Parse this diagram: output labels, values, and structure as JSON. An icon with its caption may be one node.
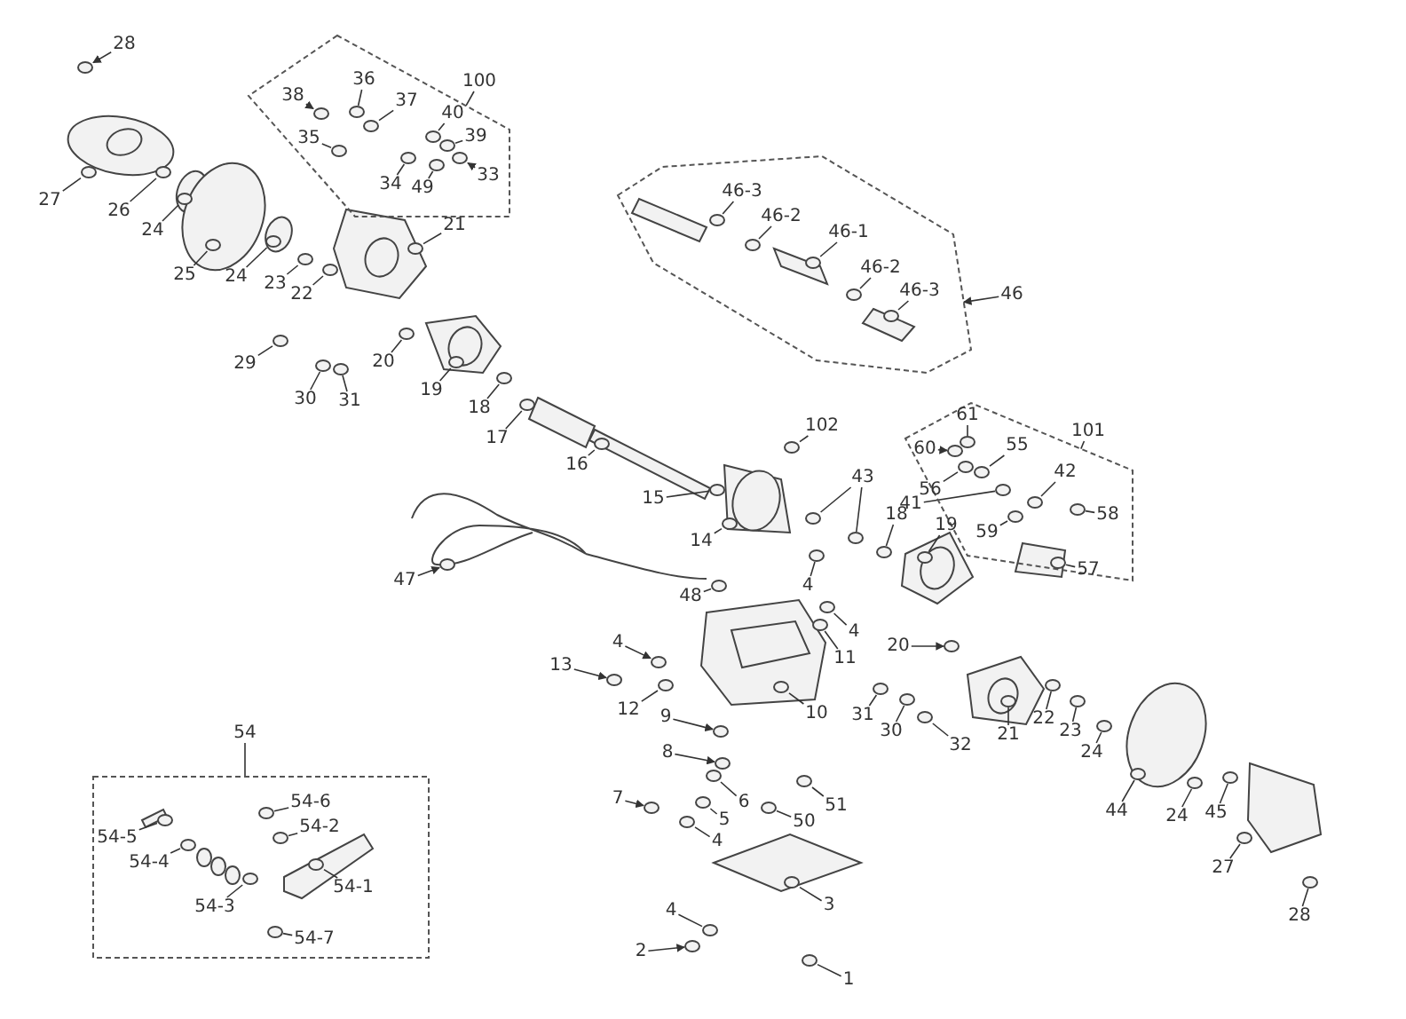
{
  "diagram": {
    "nodes": [
      {
        "text": [
          "28"
        ]
      },
      {
        "text": [],
        "shape": "polygon"
      },
      {
        "text": [
          "100"
        ]
      },
      {
        "text": [
          "36"
        ],
        "in": 1
      },
      {
        "text": [
          "38"
        ],
        "in": 1
      },
      {
        "text": [
          "37"
        ],
        "in": 1
      },
      {
        "text": [
          "35"
        ],
        "in": 1
      },
      {
        "text": [
          "40"
        ],
        "in": 1
      },
      {
        "text": [
          "39"
        ],
        "in": 1
      },
      {
        "text": [
          "34"
        ],
        "in": 1
      },
      {
        "text": [
          "49"
        ],
        "in": 1
      },
      {
        "text": [
          "33"
        ],
        "in": 1
      },
      {
        "text": [
          "27"
        ]
      },
      {
        "text": [
          "26"
        ]
      },
      {
        "text": [
          "24"
        ]
      },
      {
        "text": [
          "25"
        ]
      },
      {
        "text": [
          "24"
        ]
      },
      {
        "text": [
          "23"
        ]
      },
      {
        "text": [
          "22"
        ]
      },
      {
        "text": [
          "21"
        ]
      },
      {
        "text": [
          "29"
        ]
      },
      {
        "text": [
          "30"
        ]
      },
      {
        "text": [
          "31"
        ]
      },
      {
        "text": [
          "20"
        ]
      },
      {
        "text": [
          "19"
        ]
      },
      {
        "text": [
          "18"
        ]
      },
      {
        "text": [
          "17"
        ]
      },
      {
        "text": [],
        "shape": "polygon"
      },
      {
        "text": [
          "46"
        ]
      },
      {
        "text": [
          "46-3"
        ],
        "in": 27
      },
      {
        "text": [
          "46-2"
        ],
        "in": 27
      },
      {
        "text": [
          "46-1"
        ],
        "in": 27
      },
      {
        "text": [
          "46-2"
        ],
        "in": 27
      },
      {
        "text": [
          "46-3"
        ],
        "in": 27
      },
      {
        "text": [
          "102"
        ]
      },
      {
        "text": [
          "16"
        ]
      },
      {
        "text": [
          "15"
        ]
      },
      {
        "text": [
          "14"
        ]
      },
      {
        "text": [
          "43"
        ]
      },
      {
        "text": [
          "4"
        ]
      },
      {
        "text": [
          "18"
        ]
      },
      {
        "text": [
          "19"
        ]
      },
      {
        "text": [],
        "shape": "polygon"
      },
      {
        "text": [
          "101"
        ]
      },
      {
        "text": [
          "61"
        ],
        "in": 42
      },
      {
        "text": [
          "60"
        ],
        "in": 42
      },
      {
        "text": [
          "55"
        ],
        "in": 42
      },
      {
        "text": [
          "56"
        ],
        "in": 42
      },
      {
        "text": [
          "41"
        ],
        "in": 42
      },
      {
        "text": [
          "42"
        ],
        "in": 42
      },
      {
        "text": [
          "58"
        ],
        "in": 42
      },
      {
        "text": [
          "59"
        ],
        "in": 42
      },
      {
        "text": [
          "57"
        ],
        "in": 42
      },
      {
        "text": [
          "47"
        ]
      },
      {
        "text": [
          "48"
        ]
      },
      {
        "text": [
          "4"
        ]
      },
      {
        "text": [
          "11"
        ]
      },
      {
        "text": [
          "20"
        ]
      },
      {
        "text": [
          "4"
        ]
      },
      {
        "text": [
          "13"
        ]
      },
      {
        "text": [
          "12"
        ]
      },
      {
        "text": [
          "10"
        ]
      },
      {
        "text": [
          "31"
        ]
      },
      {
        "text": [
          "30"
        ]
      },
      {
        "text": [
          "32"
        ]
      },
      {
        "text": [
          "9"
        ]
      },
      {
        "text": [
          "8"
        ]
      },
      {
        "text": [
          "6"
        ]
      },
      {
        "text": [
          "51"
        ]
      },
      {
        "text": [
          "7"
        ]
      },
      {
        "text": [
          "5"
        ]
      },
      {
        "text": [
          "50"
        ]
      },
      {
        "text": [
          "4"
        ]
      },
      {
        "text": [
          "3"
        ]
      },
      {
        "text": [
          "4"
        ]
      },
      {
        "text": [
          "2"
        ]
      },
      {
        "text": [
          "1"
        ]
      },
      {
        "text": [
          "22"
        ]
      },
      {
        "text": [
          "21"
        ]
      },
      {
        "text": [
          "23"
        ]
      },
      {
        "text": [
          "24"
        ]
      },
      {
        "text": [
          "44"
        ]
      },
      {
        "text": [
          "24"
        ]
      },
      {
        "text": [
          "45"
        ]
      },
      {
        "text": [
          "27"
        ]
      },
      {
        "text": [
          "28"
        ]
      },
      {
        "text": [],
        "shape": "box"
      },
      {
        "text": [
          "54"
        ]
      },
      {
        "text": [
          "54-6"
        ],
        "in": 86
      },
      {
        "text": [
          "54-2"
        ],
        "in": 86
      },
      {
        "text": [
          "54-5"
        ],
        "in": 86
      },
      {
        "text": [
          "54-4"
        ],
        "in": 86
      },
      {
        "text": [
          "54-1"
        ],
        "in": 86
      },
      {
        "text": [
          "54-3"
        ],
        "in": 86
      },
      {
        "text": [
          "54-7"
        ],
        "in": 86
      },
      {
        "text": [],
        "shape": "circle"
      },
      {
        "text": [],
        "shape": "circle",
        "in": 1
      },
      {
        "text": [],
        "shape": "circle",
        "in": 1
      },
      {
        "text": [],
        "shape": "circle",
        "in": 1
      },
      {
        "text": [],
        "shape": "circle",
        "in": 1
      },
      {
        "text": [],
        "shape": "circle",
        "in": 1
      },
      {
        "text": [],
        "shape": "circle",
        "in": 1
      },
      {
        "text": [],
        "shape": "circle",
        "in": 1
      },
      {
        "text": [],
        "shape": "circle",
        "in": 1
      },
      {
        "text": [],
        "shape": "circle",
        "in": 1
      },
      {
        "text": [],
        "shape": "circle"
      },
      {
        "text": [],
        "shape": "circle"
      },
      {
        "text": [],
        "shape": "circle"
      },
      {
        "text": [],
        "shape": "circle"
      },
      {
        "text": [],
        "shape": "circle"
      },
      {
        "text": [],
        "shape": "circle"
      },
      {
        "text": [],
        "shape": "circle"
      },
      {
        "text": [],
        "shape": "circle"
      },
      {
        "text": [],
        "shape": "circle"
      },
      {
        "text": [],
        "shape": "circle"
      },
      {
        "text": [],
        "shape": "circle"
      },
      {
        "text": [],
        "shape": "circle"
      },
      {
        "text": [],
        "shape": "circle"
      },
      {
        "text": [],
        "shape": "circle"
      },
      {
        "text": [],
        "shape": "circle"
      },
      {
        "text": [],
        "shape": "circle",
        "in": 27
      },
      {
        "text": [],
        "shape": "circle",
        "in": 27
      },
      {
        "text": [],
        "shape": "circle",
        "in": 27
      },
      {
        "text": [],
        "shape": "circle",
        "in": 27
      },
      {
        "text": [],
        "shape": "circle",
        "in": 27
      },
      {
        "text": [],
        "shape": "circle"
      },
      {
        "text": [],
        "shape": "circle"
      },
      {
        "text": [],
        "shape": "circle"
      },
      {
        "text": [],
        "shape": "circle"
      },
      {
        "text": [],
        "shape": "circle"
      },
      {
        "text": [],
        "shape": "circle"
      },
      {
        "text": [],
        "shape": "circle"
      },
      {
        "text": [],
        "shape": "circle"
      },
      {
        "text": [],
        "shape": "circle"
      },
      {
        "text": [],
        "shape": "circle",
        "in": 42
      },
      {
        "text": [],
        "shape": "circle",
        "in": 42
      },
      {
        "text": [],
        "shape": "circle",
        "in": 42
      },
      {
        "text": [],
        "shape": "circle",
        "in": 42
      },
      {
        "text": [],
        "shape": "circle",
        "in": 42
      },
      {
        "text": [],
        "shape": "circle",
        "in": 42
      },
      {
        "text": [],
        "shape": "circle",
        "in": 42
      },
      {
        "text": [],
        "shape": "circle",
        "in": 42
      },
      {
        "text": [],
        "shape": "circle",
        "in": 42
      },
      {
        "text": [],
        "shape": "circle"
      },
      {
        "text": [],
        "shape": "circle"
      },
      {
        "text": [],
        "shape": "circle"
      },
      {
        "text": [],
        "shape": "circle"
      },
      {
        "text": [],
        "shape": "circle"
      },
      {
        "text": [],
        "shape": "circle"
      },
      {
        "text": [],
        "shape": "circle"
      },
      {
        "text": [],
        "shape": "circle"
      },
      {
        "text": [],
        "shape": "circle"
      },
      {
        "text": [],
        "shape": "circle"
      },
      {
        "text": [],
        "shape": "circle"
      },
      {
        "text": [],
        "shape": "circle"
      },
      {
        "text": [],
        "shape": "circle"
      },
      {
        "text": [],
        "shape": "circle"
      },
      {
        "text": [],
        "shape": "circle"
      },
      {
        "text": [],
        "shape": "circle"
      },
      {
        "text": [],
        "shape": "circle"
      },
      {
        "text": [],
        "shape": "circle"
      },
      {
        "text": [],
        "shape": "circle"
      },
      {
        "text": [],
        "shape": "circle"
      },
      {
        "text": [],
        "shape": "circle"
      },
      {
        "text": [],
        "shape": "circle"
      },
      {
        "text": [],
        "shape": "circle"
      },
      {
        "text": [],
        "shape": "circle"
      },
      {
        "text": [],
        "shape": "circle"
      },
      {
        "text": [],
        "shape": "circle"
      },
      {
        "text": [],
        "shape": "circle"
      },
      {
        "text": [],
        "shape": "circle"
      },
      {
        "text": [],
        "shape": "circle"
      },
      {
        "text": [],
        "shape": "circle"
      },
      {
        "text": [],
        "shape": "circle"
      },
      {
        "text": [],
        "shape": "circle"
      },
      {
        "text": [],
        "shape": "circle"
      },
      {
        "text": [],
        "shape": "circle",
        "in": 86
      },
      {
        "text": [],
        "shape": "circle",
        "in": 86
      },
      {
        "text": [],
        "shape": "circle",
        "in": 86
      },
      {
        "text": [],
        "shape": "circle",
        "in": 86
      },
      {
        "text": [],
        "shape": "circle",
        "in": 86
      },
      {
        "text": [],
        "shape": "circle",
        "in": 86
      },
      {
        "text": [],
        "shape": "circle",
        "in": 86
      }
    ],
    "edges": [
      {
        "from": 0,
        "to": 95,
        "arrow": "to"
      },
      {
        "from": 2,
        "to": 1,
        "arrow": "none"
      },
      {
        "from": 3,
        "to": 96,
        "arrow": "none"
      },
      {
        "from": 4,
        "to": 97,
        "arrow": "to"
      },
      {
        "from": 5,
        "to": 98,
        "arrow": "none"
      },
      {
        "from": 6,
        "to": 99,
        "arrow": "none"
      },
      {
        "from": 7,
        "to": 100,
        "arrow": "none"
      },
      {
        "from": 8,
        "to": 101,
        "arrow": "none"
      },
      {
        "from": 9,
        "to": 102,
        "arrow": "none"
      },
      {
        "from": 10,
        "to": 103,
        "arrow": "none"
      },
      {
        "from": 11,
        "to": 104,
        "arrow": "to"
      },
      {
        "from": 12,
        "to": 105,
        "arrow": "none"
      },
      {
        "from": 13,
        "to": 106,
        "arrow": "none"
      },
      {
        "from": 14,
        "to": 107,
        "arrow": "none"
      },
      {
        "from": 15,
        "to": 108,
        "arrow": "none"
      },
      {
        "from": 16,
        "to": 109,
        "arrow": "none"
      },
      {
        "from": 17,
        "to": 110,
        "arrow": "none"
      },
      {
        "from": 18,
        "to": 111,
        "arrow": "none"
      },
      {
        "from": 19,
        "to": 112,
        "arrow": "none"
      },
      {
        "from": 20,
        "to": 113,
        "arrow": "none"
      },
      {
        "from": 21,
        "to": 114,
        "arrow": "none"
      },
      {
        "from": 22,
        "to": 115,
        "arrow": "none"
      },
      {
        "from": 23,
        "to": 116,
        "arrow": "none"
      },
      {
        "from": 24,
        "to": 117,
        "arrow": "none"
      },
      {
        "from": 25,
        "to": 118,
        "arrow": "none"
      },
      {
        "from": 26,
        "to": 119,
        "arrow": "none"
      },
      {
        "from": 28,
        "to": 27,
        "arrow": "to"
      },
      {
        "from": 29,
        "to": 120,
        "arrow": "none"
      },
      {
        "from": 30,
        "to": 121,
        "arrow": "none"
      },
      {
        "from": 31,
        "to": 122,
        "arrow": "none"
      },
      {
        "from": 32,
        "to": 123,
        "arrow": "none"
      },
      {
        "from": 33,
        "to": 124,
        "arrow": "none"
      },
      {
        "from": 34,
        "to": 125,
        "arrow": "none"
      },
      {
        "from": 35,
        "to": 126,
        "arrow": "none"
      },
      {
        "from": 36,
        "to": 127,
        "arrow": "none"
      },
      {
        "from": 37,
        "to": 128,
        "arrow": "none"
      },
      {
        "from": 38,
        "to": 129,
        "arrow": "none"
      },
      {
        "from": 38,
        "to": 130,
        "arrow": "none"
      },
      {
        "from": 39,
        "to": 131,
        "arrow": "none"
      },
      {
        "from": 40,
        "to": 132,
        "arrow": "none"
      },
      {
        "from": 41,
        "to": 133,
        "arrow": "none"
      },
      {
        "from": 43,
        "to": 42,
        "arrow": "none"
      },
      {
        "from": 44,
        "to": 134,
        "arrow": "none"
      },
      {
        "from": 45,
        "to": 135,
        "arrow": "to"
      },
      {
        "from": 46,
        "to": 136,
        "arrow": "none"
      },
      {
        "from": 47,
        "to": 137,
        "arrow": "none"
      },
      {
        "from": 48,
        "to": 138,
        "arrow": "none"
      },
      {
        "from": 49,
        "to": 139,
        "arrow": "none"
      },
      {
        "from": 50,
        "to": 140,
        "arrow": "none"
      },
      {
        "from": 51,
        "to": 141,
        "arrow": "none"
      },
      {
        "from": 52,
        "to": 142,
        "arrow": "none"
      },
      {
        "from": 53,
        "to": 143,
        "arrow": "to"
      },
      {
        "from": 54,
        "to": 144,
        "arrow": "none"
      },
      {
        "from": 55,
        "to": 145,
        "arrow": "none"
      },
      {
        "from": 56,
        "to": 146,
        "arrow": "none"
      },
      {
        "from": 57,
        "to": 147,
        "arrow": "to"
      },
      {
        "from": 58,
        "to": 148,
        "arrow": "to"
      },
      {
        "from": 59,
        "to": 149,
        "arrow": "to"
      },
      {
        "from": 60,
        "to": 150,
        "arrow": "none"
      },
      {
        "from": 61,
        "to": 151,
        "arrow": "none"
      },
      {
        "from": 62,
        "to": 152,
        "arrow": "none"
      },
      {
        "from": 63,
        "to": 153,
        "arrow": "none"
      },
      {
        "from": 64,
        "to": 154,
        "arrow": "none"
      },
      {
        "from": 65,
        "to": 155,
        "arrow": "to"
      },
      {
        "from": 66,
        "to": 156,
        "arrow": "to"
      },
      {
        "from": 67,
        "to": 157,
        "arrow": "none"
      },
      {
        "from": 68,
        "to": 158,
        "arrow": "none"
      },
      {
        "from": 69,
        "to": 159,
        "arrow": "to"
      },
      {
        "from": 70,
        "to": 160,
        "arrow": "none"
      },
      {
        "from": 71,
        "to": 161,
        "arrow": "none"
      },
      {
        "from": 72,
        "to": 162,
        "arrow": "none"
      },
      {
        "from": 73,
        "to": 163,
        "arrow": "none"
      },
      {
        "from": 74,
        "to": 164,
        "arrow": "none"
      },
      {
        "from": 75,
        "to": 165,
        "arrow": "to"
      },
      {
        "from": 76,
        "to": 166,
        "arrow": "none"
      },
      {
        "from": 77,
        "to": 167,
        "arrow": "none"
      },
      {
        "from": 78,
        "to": 168,
        "arrow": "none"
      },
      {
        "from": 79,
        "to": 169,
        "arrow": "none"
      },
      {
        "from": 80,
        "to": 170,
        "arrow": "none"
      },
      {
        "from": 81,
        "to": 171,
        "arrow": "none"
      },
      {
        "from": 82,
        "to": 172,
        "arrow": "none"
      },
      {
        "from": 83,
        "to": 173,
        "arrow": "none"
      },
      {
        "from": 84,
        "to": 174,
        "arrow": "none"
      },
      {
        "from": 85,
        "to": 175,
        "arrow": "none"
      },
      {
        "from": 87,
        "to": 86,
        "arrow": "none"
      },
      {
        "from": 88,
        "to": 176,
        "arrow": "none"
      },
      {
        "from": 89,
        "to": 177,
        "arrow": "none"
      },
      {
        "from": 90,
        "to": 178,
        "arrow": "none"
      },
      {
        "from": 91,
        "to": 179,
        "arrow": "none"
      },
      {
        "from": 92,
        "to": 180,
        "arrow": "none"
      },
      {
        "from": 93,
        "to": 181,
        "arrow": "none"
      },
      {
        "from": 94,
        "to": 182,
        "arrow": "none"
      }
    ]
  }
}
